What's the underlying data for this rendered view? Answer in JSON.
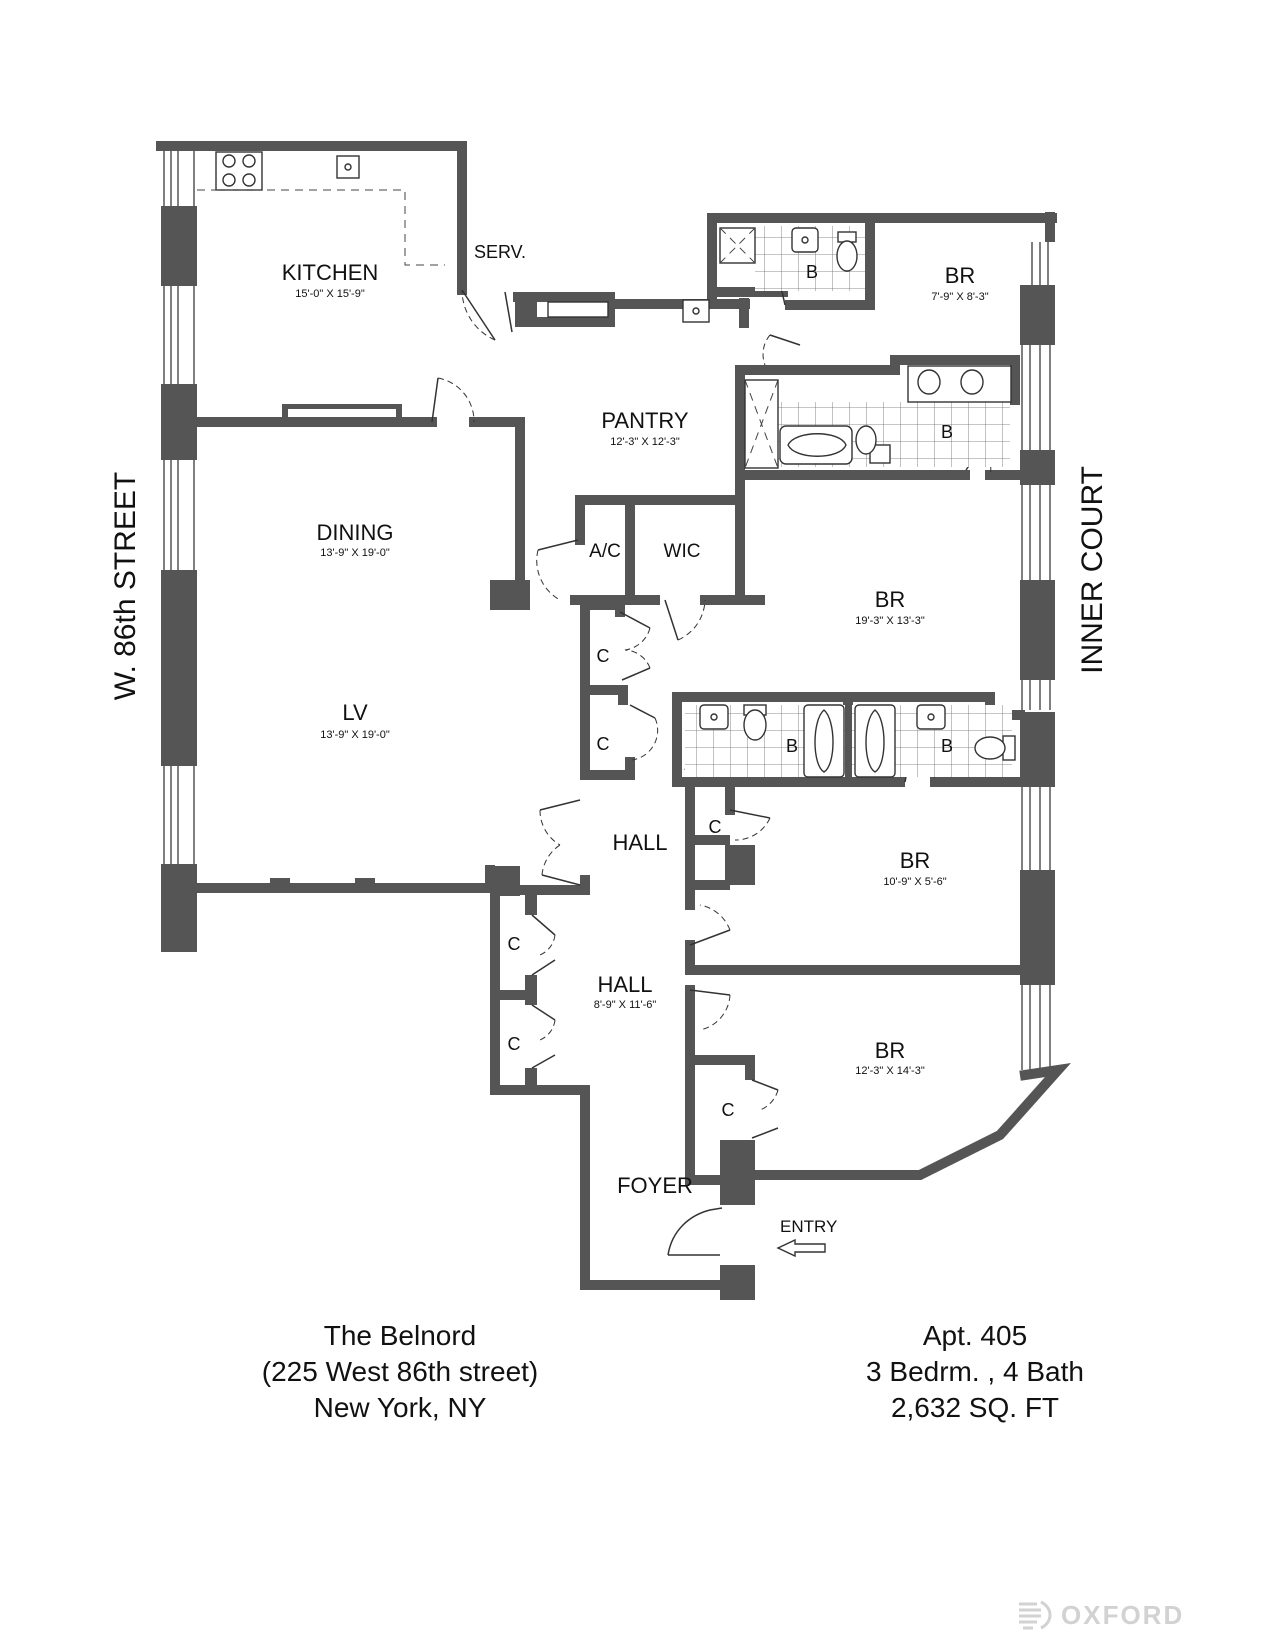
{
  "streets": {
    "west": "W. 86th STREET",
    "east": "INNER COURT"
  },
  "rooms": {
    "kitchen": {
      "name": "KITCHEN",
      "dims": "15'-0\" X 15'-9\""
    },
    "serv": {
      "name": "SERV."
    },
    "pantry": {
      "name": "PANTRY",
      "dims": "12'-3\" X 12'-3\""
    },
    "dining": {
      "name": "DINING",
      "dims": "13'-9\" X 19'-0\""
    },
    "lv": {
      "name": "LV",
      "dims": "13'-9\" X 19'-0\""
    },
    "ac": {
      "name": "A/C"
    },
    "wic": {
      "name": "WIC"
    },
    "br1": {
      "name": "BR",
      "dims": "7'-9\" X 8'-3\""
    },
    "bath1": {
      "name": "B"
    },
    "bath2": {
      "name": "B"
    },
    "br2": {
      "name": "BR",
      "dims": "19'-3\" X 13'-3\""
    },
    "closet1": {
      "name": "C"
    },
    "closet2": {
      "name": "C"
    },
    "bath3": {
      "name": "B"
    },
    "bath4": {
      "name": "B"
    },
    "hall1": {
      "name": "HALL"
    },
    "closet3": {
      "name": "C"
    },
    "br3": {
      "name": "BR",
      "dims": "10'-9\" X 5'-6\""
    },
    "closet4": {
      "name": "C"
    },
    "hall2": {
      "name": "HALL",
      "dims": "8'-9\" X 11'-6\""
    },
    "closet5": {
      "name": "C"
    },
    "br4": {
      "name": "BR",
      "dims": "12'-3\" X 14'-3\""
    },
    "closet6": {
      "name": "C"
    },
    "foyer": {
      "name": "FOYER"
    }
  },
  "entry": {
    "label": "ENTRY"
  },
  "building": {
    "name": "The Belnord",
    "address": "(225 West 86th street)",
    "city": "New York, NY"
  },
  "apartment": {
    "unit": "Apt. 405",
    "rooms": "3 Bedrm. , 4 Bath",
    "area": "2,632 SQ. FT"
  },
  "logo": {
    "text": "OXFORD"
  }
}
